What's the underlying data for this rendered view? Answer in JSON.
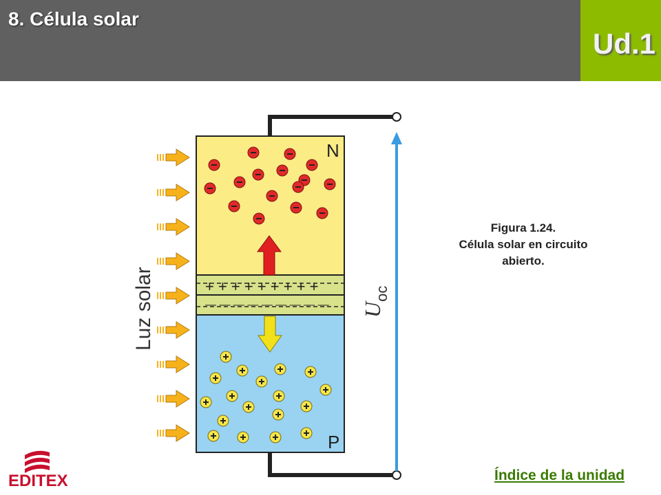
{
  "header": {
    "title": "8. Célula solar",
    "unit": "Ud.1"
  },
  "figure": {
    "side_label": "Luz solar",
    "n_label": "N",
    "p_label": "P",
    "voltage_symbol": "U",
    "voltage_subscript": "oc",
    "electron_glyph": "−",
    "hole_glyph": "+",
    "junction_positive": "+ + + + + + + + +",
    "junction_negative": "— — — — — — — — —",
    "colors": {
      "n_region": "#fbec86",
      "p_region": "#99d3f1",
      "junction": "#d7e28a",
      "electron": "#e02a2a",
      "hole": "#f6e64a",
      "sunlight_arrow": "#f7b21b",
      "up_arrow": "#e02020",
      "down_arrow": "#f2e11a",
      "voltage_arrow": "#3a9be0"
    }
  },
  "caption": {
    "line1": "Figura 1.24.",
    "line2": "Célula solar en circuito",
    "line3": "abierto."
  },
  "footer": {
    "index_link": "Índice de la unidad",
    "logo": "EDITEX"
  }
}
